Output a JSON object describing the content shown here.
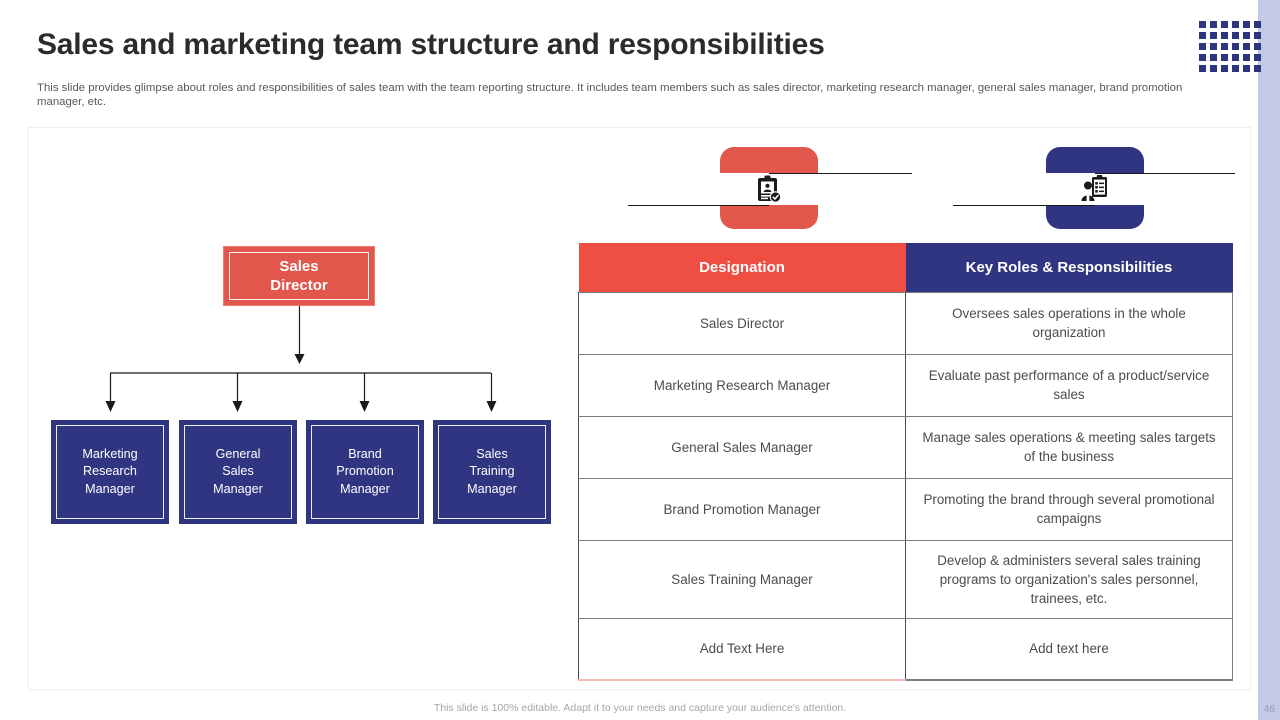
{
  "slide": {
    "title": "Sales and marketing team structure and responsibilities",
    "subtitle": "This slide provides glimpse about roles and responsibilities of sales team with the team reporting structure. It includes team members such as sales director, marketing research manager, general sales manager, brand promotion manager, etc.",
    "footer_note": "This slide is 100% editable. Adapt it to your needs and capture your audience's attention.",
    "page_number": "46"
  },
  "colors": {
    "red": "#ef4f42",
    "red_box": "#e2574c",
    "navy": "#303581",
    "lavender_band": "#c5c9e8",
    "title_text": "#2b2b2b",
    "body_text": "#4c4c4c"
  },
  "org_chart": {
    "root": {
      "label": "Sales\nDirector",
      "line1": "Sales",
      "line2": "Director"
    },
    "children": [
      {
        "line1": "Marketing",
        "line2": "Research",
        "line3": "Manager"
      },
      {
        "line1": "General",
        "line2": "Sales",
        "line3": "Manager"
      },
      {
        "line1": "Brand",
        "line2": "Promotion",
        "line3": "Manager"
      },
      {
        "line1": "Sales",
        "line2": "Training",
        "line3": "Manager"
      }
    ]
  },
  "icons": {
    "red_icon_name": "clipboard-person-icon",
    "blue_icon_name": "person-checklist-icon"
  },
  "table": {
    "headers": [
      "Designation",
      "Key Roles & Responsibilities"
    ],
    "rows": [
      {
        "designation": "Sales Director",
        "responsibility": "Oversees sales operations in the whole organization"
      },
      {
        "designation": "Marketing Research Manager",
        "responsibility": "Evaluate past performance of a product/service sales"
      },
      {
        "designation": "General Sales Manager",
        "responsibility": "Manage sales operations & meeting sales targets of the business"
      },
      {
        "designation": "Brand Promotion Manager",
        "responsibility": "Promoting the brand through several promotional campaigns"
      },
      {
        "designation": "Sales Training Manager",
        "responsibility": "Develop & administers several sales training programs to organization's sales personnel, trainees, etc."
      },
      {
        "designation": "Add Text Here",
        "responsibility": "Add text here"
      }
    ]
  }
}
